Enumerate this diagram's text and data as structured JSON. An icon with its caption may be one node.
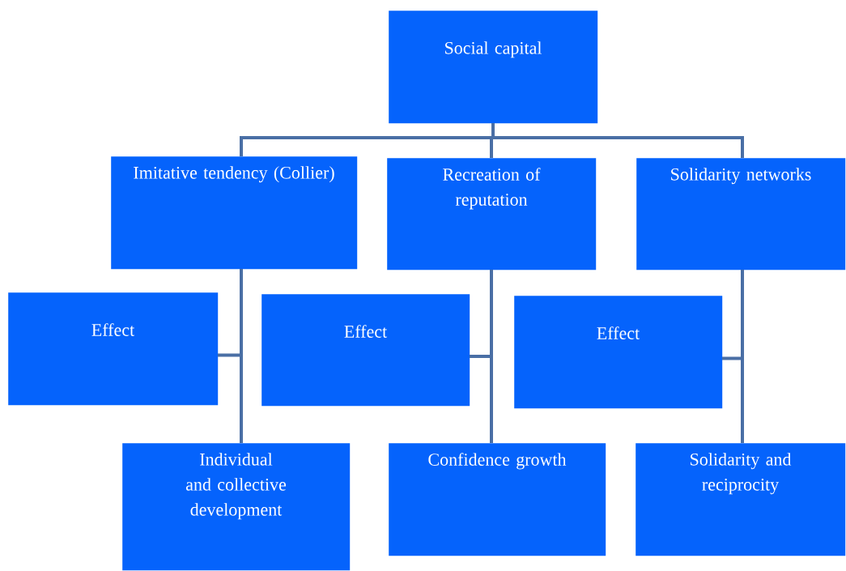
{
  "diagram": {
    "nodes": [
      {
        "text": [
          "Social capital"
        ]
      },
      {
        "text": [
          "Imitative tendency (Collier)"
        ]
      },
      {
        "text": [
          "Recreation of reputation"
        ]
      },
      {
        "text": [
          "Solidarity networks"
        ]
      },
      {
        "text": [
          "Effect"
        ]
      },
      {
        "text": [
          "Effect"
        ]
      },
      {
        "text": [
          "Effect"
        ]
      },
      {
        "text": [
          "Individual and collective development"
        ]
      },
      {
        "text": [
          "Confidence growth"
        ]
      },
      {
        "text": [
          "Solidarity and reciprocity"
        ]
      }
    ],
    "edges": [
      {
        "from": 0,
        "to": 1,
        "arrow": "none"
      },
      {
        "from": 0,
        "to": 2,
        "arrow": "none"
      },
      {
        "from": 0,
        "to": 3,
        "arrow": "none"
      },
      {
        "from": 1,
        "to": 4,
        "arrow": "none"
      },
      {
        "from": 1,
        "to": 7,
        "arrow": "none"
      },
      {
        "from": 2,
        "to": 5,
        "arrow": "none"
      },
      {
        "from": 2,
        "to": 8,
        "arrow": "none"
      },
      {
        "from": 3,
        "to": 6,
        "arrow": "none"
      },
      {
        "from": 3,
        "to": 9,
        "arrow": "none"
      }
    ]
  }
}
